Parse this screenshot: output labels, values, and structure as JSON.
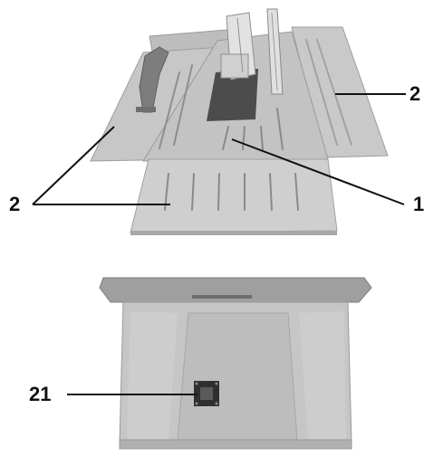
{
  "callouts": {
    "extension_right": "2",
    "extensions_left": "2",
    "table_top": "1",
    "cabinet_part": "21"
  },
  "colors": {
    "table_light": "#c9c9c9",
    "table_mid": "#b3b3b3",
    "table_dark": "#8e8e8e",
    "slot": "#7a7a7a",
    "cabinet": "#c4c4c4",
    "cabinet_dark": "#9a9a9a",
    "leader": "#111111"
  }
}
